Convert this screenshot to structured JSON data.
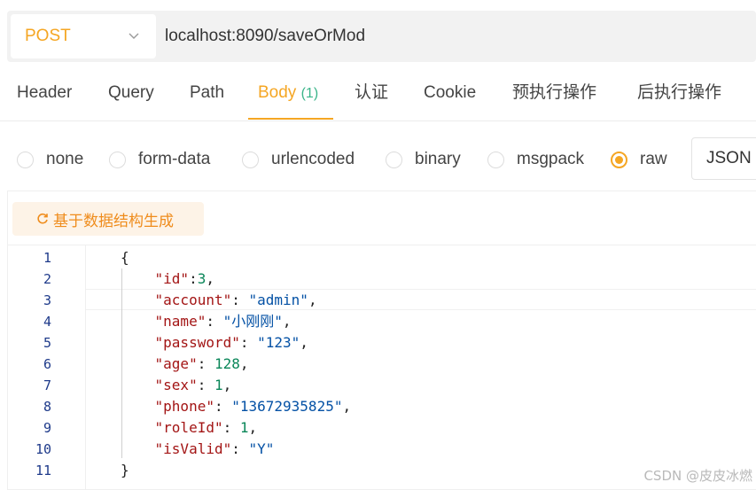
{
  "request": {
    "method": "POST",
    "url": "localhost:8090/saveOrMod"
  },
  "tabs": [
    {
      "label": "Header"
    },
    {
      "label": "Query"
    },
    {
      "label": "Path"
    },
    {
      "label": "Body",
      "count": "(1)"
    },
    {
      "label": "认证"
    },
    {
      "label": "Cookie"
    },
    {
      "label": "预执行操作"
    },
    {
      "label": "后执行操作"
    }
  ],
  "body_types": {
    "options": [
      "none",
      "form-data",
      "urlencoded",
      "binary",
      "msgpack",
      "raw"
    ],
    "selected": "raw",
    "format": "JSON"
  },
  "editor": {
    "generate_label": "基于数据结构生成",
    "line_numbers": [
      "1",
      "2",
      "3",
      "4",
      "5",
      "6",
      "7",
      "8",
      "9",
      "10",
      "11"
    ],
    "lines": [
      {
        "open": "{"
      },
      {
        "key": "\"id\"",
        "sep": ":",
        "num": "3",
        "end": ","
      },
      {
        "key": "\"account\"",
        "sep": ": ",
        "str": "\"admin\"",
        "end": ","
      },
      {
        "key": "\"name\"",
        "sep": ": ",
        "str": "\"小刚刚\"",
        "end": ","
      },
      {
        "key": "\"password\"",
        "sep": ": ",
        "str": "\"123\"",
        "end": ","
      },
      {
        "key": "\"age\"",
        "sep": ": ",
        "num": "128",
        "end": ","
      },
      {
        "key": "\"sex\"",
        "sep": ": ",
        "num": "1",
        "end": ","
      },
      {
        "key": "\"phone\"",
        "sep": ": ",
        "str": "\"13672935825\"",
        "end": ","
      },
      {
        "key": "\"roleId\"",
        "sep": ": ",
        "num": "1",
        "end": ","
      },
      {
        "key": "\"isValid\"",
        "sep": ": ",
        "str": "\"Y\"",
        "end": ""
      },
      {
        "open": "}"
      }
    ]
  },
  "watermark": "CSDN @皮皮冰燃",
  "colors": {
    "accent": "#f5a623",
    "count": "#3bb58a",
    "json_key": "#a31515",
    "json_string": "#0451a5",
    "json_number": "#098658"
  }
}
